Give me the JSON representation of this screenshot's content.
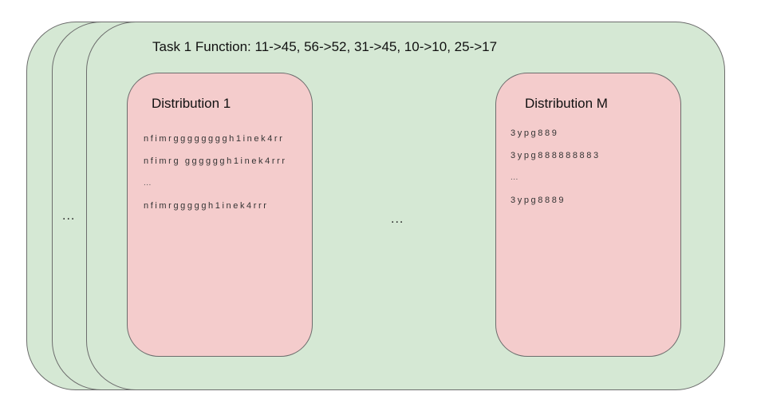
{
  "diagram": {
    "stack_ellipsis": "...",
    "between_ellipsis": "...",
    "task": {
      "title": "Task 1 Function: 11->45, 56->52, 31->45, 10->10, 25->17",
      "distributions": [
        {
          "title": "Distribution 1",
          "items": [
            "nfimrggggggggh1inek4rr",
            "nfimrg ggggggh1inek4rrr",
            "...",
            "nfimrgggggh1inek4rrr"
          ]
        },
        {
          "title": "Distribution M",
          "items": [
            "3ypg889",
            "3ypg888888883",
            "...",
            "3ypg8889"
          ]
        }
      ]
    },
    "colors": {
      "task_fill": "#d5e8d4",
      "distribution_fill": "#f4cccc",
      "border": "#6c6c6c"
    }
  }
}
